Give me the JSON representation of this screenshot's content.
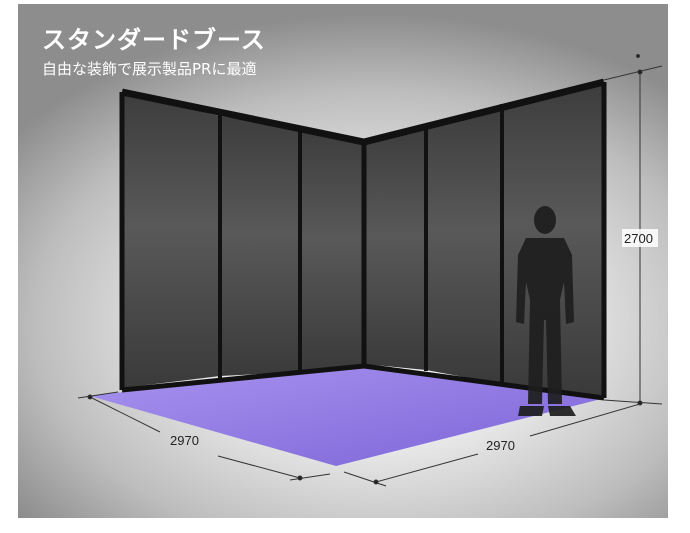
{
  "header": {
    "title": "スタンダードブース",
    "subtitle": "自由な装飾で展示製品PRに最適"
  },
  "dimensions": {
    "height": "2700",
    "width_left": "2970",
    "width_right": "2970"
  },
  "colors": {
    "floor": "#9f86e8",
    "panel": "#4a4a4a",
    "frame": "#111111"
  }
}
